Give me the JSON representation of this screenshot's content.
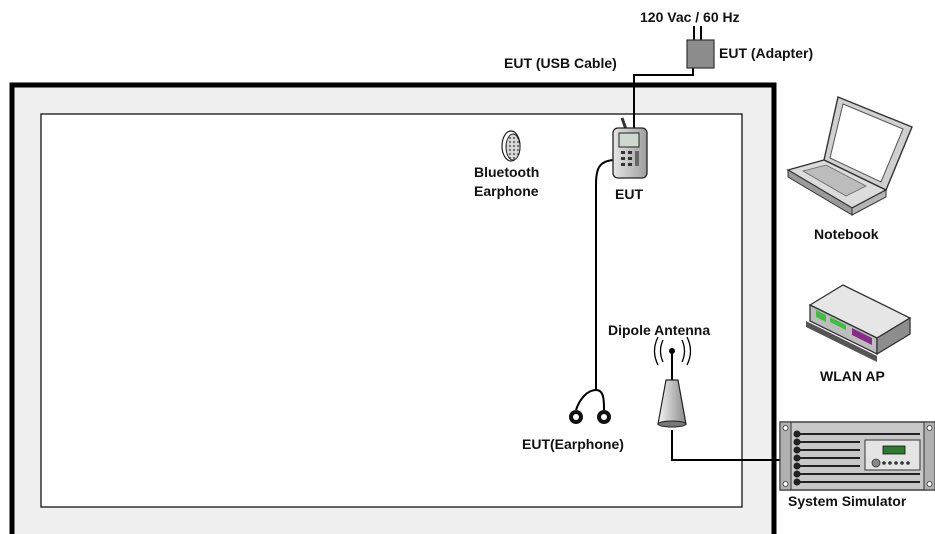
{
  "labels": {
    "power": "120 Vac / 60 Hz",
    "adapter": "EUT (Adapter)",
    "usb_cable": "EUT (USB Cable)",
    "bluetooth_line1": "Bluetooth",
    "bluetooth_line2": "Earphone",
    "eut": "EUT",
    "notebook": "Notebook",
    "dipole_antenna": "Dipole Antenna",
    "wlan_ap": "WLAN AP",
    "eut_earphone": "EUT(Earphone)",
    "system_simulator": "System Simulator"
  },
  "icons": {
    "adapter": "power-adapter-icon",
    "phone": "mobile-phone-icon",
    "bluetooth": "bluetooth-earphone-icon",
    "notebook": "notebook-icon",
    "wlan": "wlan-router-icon",
    "antenna": "dipole-antenna-icon",
    "earphone": "wired-earphone-icon",
    "simulator": "rack-simulator-icon"
  },
  "colors": {
    "chamber_fill": "#f0f0f0",
    "chamber_border": "#000000",
    "line": "#000000",
    "device_gray": "#9a9a9a",
    "accent_green": "#3fbf3f",
    "accent_purple": "#8a2a8a"
  }
}
